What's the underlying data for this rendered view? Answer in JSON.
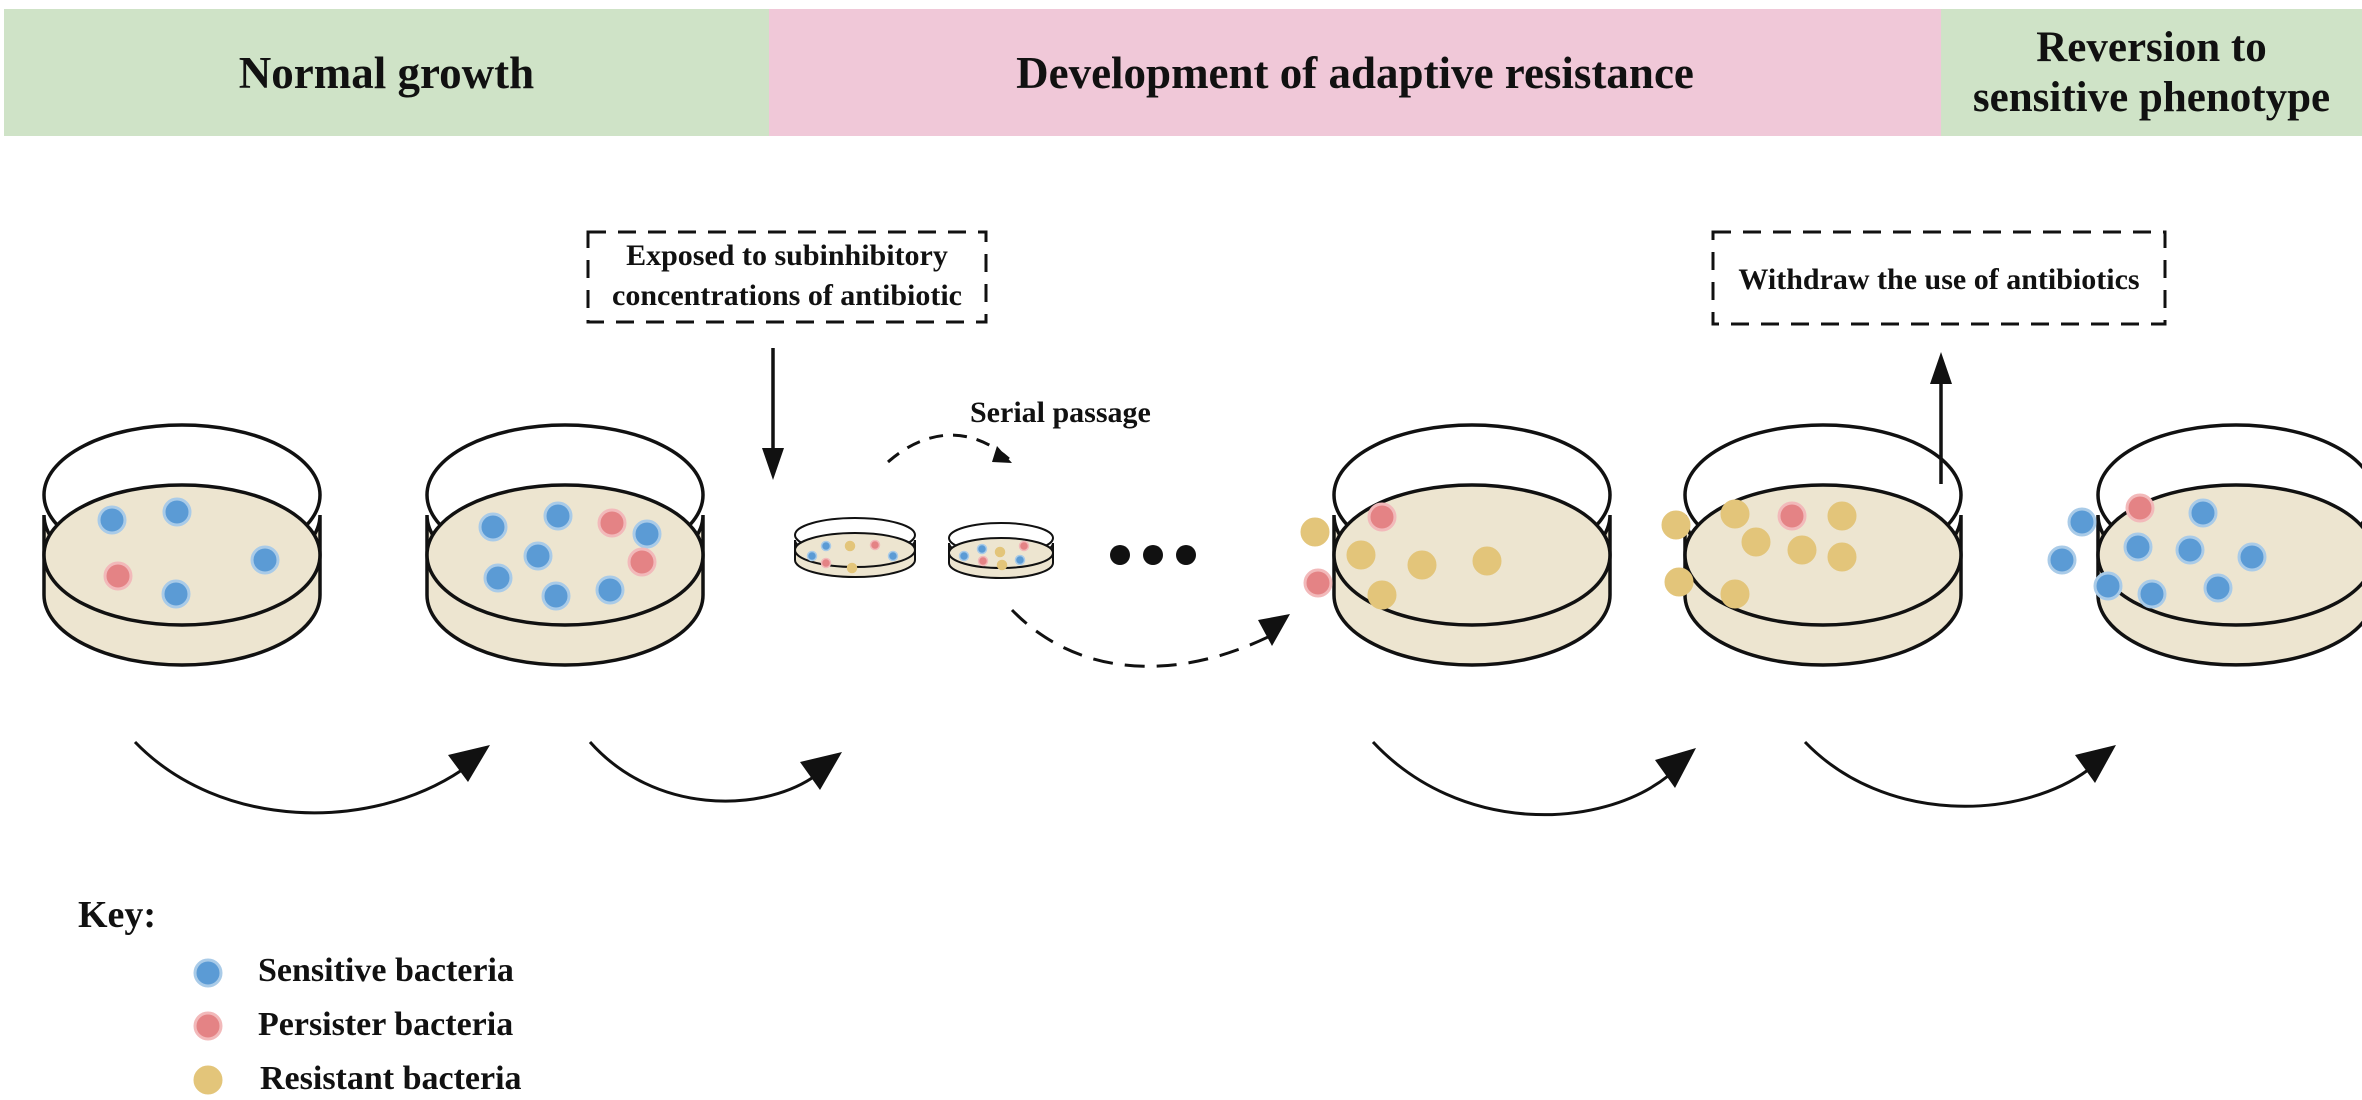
{
  "banners": [
    {
      "text": "Normal growth",
      "color": "#cfe3c7"
    },
    {
      "text": "Development of adaptive resistance",
      "color": "#f0c8d8"
    },
    {
      "lines": [
        "Reversion to",
        "sensitive phenotype"
      ],
      "color": "#cfe3c7"
    }
  ],
  "boxes": {
    "exposure": {
      "lines": [
        "Exposed to subinhibitory",
        "concentrations of antibiotic"
      ]
    },
    "withdraw": {
      "text": "Withdraw the use of antibiotics"
    }
  },
  "serial_passage": "Serial passage",
  "key": {
    "title": "Key:",
    "items": [
      {
        "label": "Sensitive bacteria",
        "type": "sensitive"
      },
      {
        "label": "Persister bacteria",
        "type": "persister"
      },
      {
        "label": "Resistant bacteria",
        "type": "resistant"
      }
    ]
  },
  "colors": {
    "sensitive_fill": "#5b9bd5",
    "sensitive_ring": "#a9cbe8",
    "persister_fill": "#e48385",
    "persister_ring": "#f2b9ba",
    "resistant_fill": "#e3c57a",
    "resistant_ring": "#e3c57a",
    "agar": "#ede5d0"
  },
  "dishes": [
    {
      "name": "dish-1",
      "bacteria": [
        "s",
        "s",
        "p",
        "s",
        "s"
      ]
    },
    {
      "name": "dish-2",
      "bacteria": [
        "s",
        "s",
        "p",
        "s",
        "s",
        "p",
        "s",
        "s",
        "s"
      ]
    },
    {
      "name": "small-dish-1",
      "bacteria": [
        "s",
        "r",
        "p",
        "s",
        "p",
        "r",
        "s"
      ]
    },
    {
      "name": "small-dish-2",
      "bacteria": [
        "s",
        "r",
        "p",
        "p",
        "r",
        "s",
        "s"
      ]
    },
    {
      "name": "dish-3",
      "bacteria": [
        "r",
        "p",
        "r",
        "p",
        "r",
        "r",
        "r"
      ]
    },
    {
      "name": "dish-4",
      "bacteria": [
        "r",
        "p",
        "r",
        "r",
        "r",
        "r",
        "r",
        "r",
        "r"
      ]
    },
    {
      "name": "dish-5",
      "bacteria": [
        "p",
        "s",
        "s",
        "s",
        "s",
        "s",
        "s",
        "s",
        "s",
        "s"
      ]
    }
  ]
}
